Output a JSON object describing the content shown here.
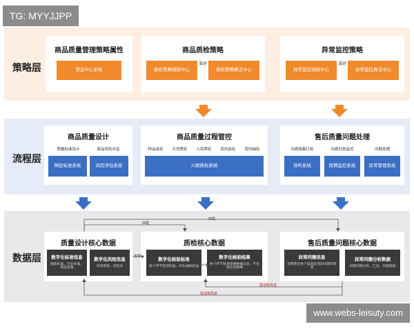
{
  "watermark_top": "TG: MYYJJPP",
  "watermark_bottom": "www.webs-leisuty.com",
  "colors": {
    "orange": "#f08a2c",
    "blue": "#3b6fc4",
    "dark": "#3a3a3a",
    "accent_red": "#b3261e"
  },
  "strategy": {
    "label": "策略层",
    "card1": {
      "title": "商品质量管理策略属性",
      "box": "货品中心系统"
    },
    "card2": {
      "title": "商品质检策略",
      "box_left": "质检策略规则中心",
      "box_right": "质检策略算法中心",
      "connector": "演进"
    },
    "card3": {
      "title": "异常监控策略",
      "box_left": "异常监控规则中心",
      "box_right": "异常监控算法中心",
      "connector": "演进"
    }
  },
  "process": {
    "label": "流程层",
    "card1": {
      "title": "商品质量设计",
      "sub_left": "质量标准设计",
      "sub_right": "商品风险评估",
      "box_left": "神匠标准系统",
      "box_right": "风险评估系统"
    },
    "card2": {
      "title": "商品质量过程管控",
      "subs": [
        "样品送检",
        "大货质检",
        "入库质检",
        "库内巡检",
        "库内抽检"
      ],
      "box": "火眼质检系统"
    },
    "card3": {
      "title": "售后质量问题处理",
      "subs": [
        "问题收集打标",
        "问题归类监控",
        "问题处理"
      ],
      "boxes": [
        "谛听系统",
        "舆情监控系统",
        "异常管理系统"
      ]
    }
  },
  "data": {
    "label": "数据层",
    "card1": {
      "title": "质量设计核心数据",
      "box_left": {
        "title": "数字化标准信息",
        "sub": "国家标准、行业标准、商品标准"
      },
      "box_right": {
        "title": "数字化风险信息",
        "sub": "风险等级、风险点"
      }
    },
    "card2": {
      "title": "质检核心数据",
      "box_left": {
        "title": "数字化检验标准",
        "sub": "各个环节检测标准、AQL抽样标准"
      },
      "box_right": {
        "title": "数字化检验结果",
        "sub": "各个环节检测结果数据信息、不合格信息明细"
      }
    },
    "card3": {
      "title": "售后质量问题核心数据",
      "box_left": {
        "title": "异常问题信息",
        "sub": "消费者在各个渠道反馈的问题和异常"
      },
      "box_right": {
        "title": "异常问题分析数据",
        "sub": "问题问题分布、汇总、归因数据"
      }
    },
    "arrow_support": "支撑",
    "arrow_verify_left": "验证和改进",
    "arrow_verify_right": "验证和改进",
    "arrow_top_left": "匹配",
    "arrow_top_right": "匹配"
  }
}
